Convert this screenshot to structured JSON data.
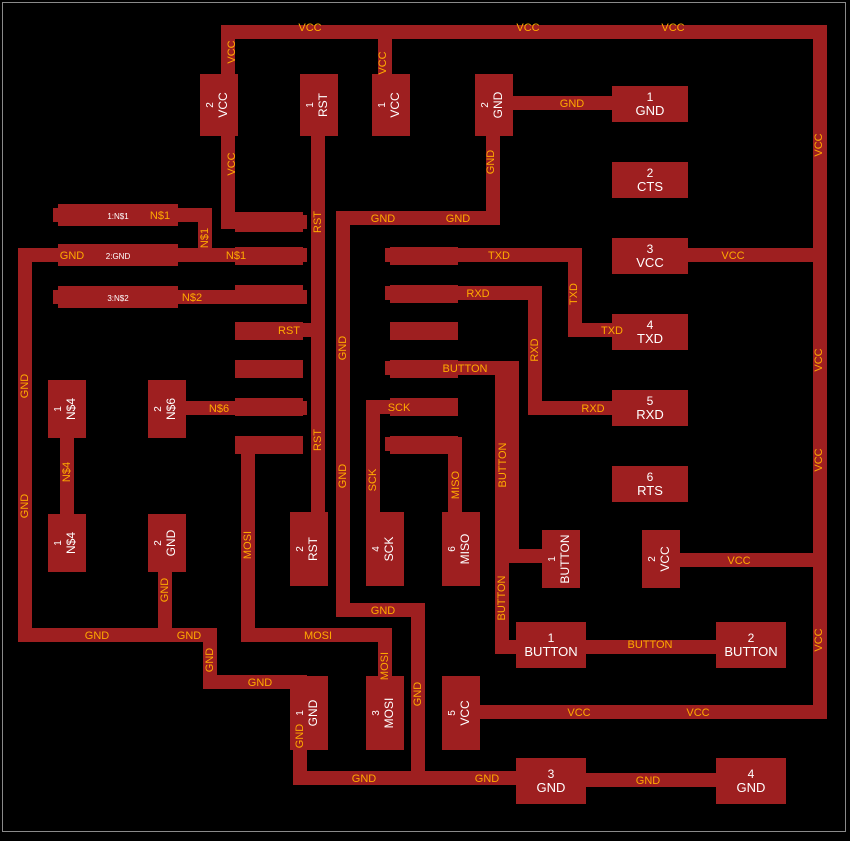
{
  "colors": {
    "background": "#000000",
    "copper": "#9e1f20",
    "label": "#ffaa00",
    "pad_text": "#ffffff"
  },
  "pads": [
    {
      "id": "vcc-2",
      "num": "2",
      "name": "VCC"
    },
    {
      "id": "rst-1",
      "num": "1",
      "name": "RST"
    },
    {
      "id": "vcc-1",
      "num": "1",
      "name": "VCC"
    },
    {
      "id": "gnd-2",
      "num": "2",
      "name": "GND"
    },
    {
      "id": "ftdi-gnd-1",
      "num": "1",
      "name": "GND"
    },
    {
      "id": "ftdi-cts-2",
      "num": "2",
      "name": "CTS"
    },
    {
      "id": "ftdi-vcc-3",
      "num": "3",
      "name": "VCC"
    },
    {
      "id": "ftdi-txd-4",
      "num": "4",
      "name": "TXD"
    },
    {
      "id": "ftdi-rxd-5",
      "num": "5",
      "name": "RXD"
    },
    {
      "id": "ftdi-rts-6",
      "num": "6",
      "name": "RTS"
    },
    {
      "id": "res-ns4-1",
      "num": "1",
      "name": "N$4"
    },
    {
      "id": "res-ns4-2",
      "num": "1",
      "name": "N$4"
    },
    {
      "id": "res-ns6-2",
      "num": "2",
      "name": "N$6"
    },
    {
      "id": "cap-gnd-2",
      "num": "2",
      "name": "GND"
    },
    {
      "id": "isp-rst-2",
      "num": "2",
      "name": "RST"
    },
    {
      "id": "isp-sck-4",
      "num": "4",
      "name": "SCK"
    },
    {
      "id": "isp-miso-6",
      "num": "6",
      "name": "MISO"
    },
    {
      "id": "btn-1",
      "num": "1",
      "name": "BUTTON"
    },
    {
      "id": "vcc-2b",
      "num": "2",
      "name": "VCC"
    },
    {
      "id": "sw-button-1",
      "num": "1",
      "name": "BUTTON"
    },
    {
      "id": "sw-button-2",
      "num": "2",
      "name": "BUTTON"
    },
    {
      "id": "isp-gnd-1",
      "num": "1",
      "name": "GND"
    },
    {
      "id": "isp-mosi-3",
      "num": "3",
      "name": "MOSI"
    },
    {
      "id": "isp-vcc-5",
      "num": "5",
      "name": "VCC"
    },
    {
      "id": "sw-gnd-3",
      "num": "3",
      "name": "GND"
    },
    {
      "id": "sw-gnd-4",
      "num": "4",
      "name": "GND"
    }
  ],
  "resonator_pads": [
    "1:N$1",
    "2:GND",
    "3:N$2"
  ],
  "net_labels": [
    {
      "id": "vcc-top-1",
      "text": "VCC"
    },
    {
      "id": "vcc-top-2",
      "text": "VCC"
    },
    {
      "id": "vcc-top-3",
      "text": "VCC"
    },
    {
      "id": "vcc-v-1",
      "text": "VCC"
    },
    {
      "id": "vcc-v-2",
      "text": "VCC"
    },
    {
      "id": "vcc-v-3",
      "text": "VCC"
    },
    {
      "id": "vcc-right-1",
      "text": "VCC"
    },
    {
      "id": "vcc-right-2",
      "text": "VCC"
    },
    {
      "id": "vcc-right-3",
      "text": "VCC"
    },
    {
      "id": "vcc-right-4",
      "text": "VCC"
    },
    {
      "id": "vcc-h-1",
      "text": "VCC"
    },
    {
      "id": "vcc-h-2",
      "text": "VCC"
    },
    {
      "id": "vcc-h-3",
      "text": "VCC"
    },
    {
      "id": "vcc-h-4",
      "text": "VCC"
    },
    {
      "id": "gnd-h-1",
      "text": "GND"
    },
    {
      "id": "gnd-v-1",
      "text": "GND"
    },
    {
      "id": "gnd-h-2",
      "text": "GND"
    },
    {
      "id": "gnd-h-3",
      "text": "GND"
    },
    {
      "id": "gnd-h-4",
      "text": "GND"
    },
    {
      "id": "gnd-v-2",
      "text": "GND"
    },
    {
      "id": "gnd-v-3",
      "text": "GND"
    },
    {
      "id": "gnd-v-4",
      "text": "GND"
    },
    {
      "id": "gnd-v-5",
      "text": "GND"
    },
    {
      "id": "gnd-h-5",
      "text": "GND"
    },
    {
      "id": "gnd-h-6",
      "text": "GND"
    },
    {
      "id": "gnd-v-6",
      "text": "GND"
    },
    {
      "id": "gnd-v-7",
      "text": "GND"
    },
    {
      "id": "gnd-h-7",
      "text": "GND"
    },
    {
      "id": "gnd-h-8",
      "text": "GND"
    },
    {
      "id": "gnd-v-8",
      "text": "GND"
    },
    {
      "id": "gnd-v-9",
      "text": "GND"
    },
    {
      "id": "gnd-h-9",
      "text": "GND"
    },
    {
      "id": "gnd-h-10",
      "text": "GND"
    },
    {
      "id": "gnd-h-11",
      "text": "GND"
    },
    {
      "id": "rst-v-1",
      "text": "RST"
    },
    {
      "id": "rst-h-1",
      "text": "RST"
    },
    {
      "id": "rst-v-2",
      "text": "RST"
    },
    {
      "id": "ns1-h-1",
      "text": "N$1"
    },
    {
      "id": "ns1-v-1",
      "text": "N$1"
    },
    {
      "id": "ns1-h-2",
      "text": "N$1"
    },
    {
      "id": "ns2-h-1",
      "text": "N$2"
    },
    {
      "id": "ns6-h-1",
      "text": "N$6"
    },
    {
      "id": "ns4-v-1",
      "text": "N$4"
    },
    {
      "id": "txd-h-1",
      "text": "TXD"
    },
    {
      "id": "txd-v-1",
      "text": "TXD"
    },
    {
      "id": "txd-h-2",
      "text": "TXD"
    },
    {
      "id": "rxd-h-1",
      "text": "RXD"
    },
    {
      "id": "rxd-v-1",
      "text": "RXD"
    },
    {
      "id": "rxd-h-2",
      "text": "RXD"
    },
    {
      "id": "button-h-1",
      "text": "BUTTON"
    },
    {
      "id": "button-v-1",
      "text": "BUTTON"
    },
    {
      "id": "button-v-2",
      "text": "BUTTON"
    },
    {
      "id": "button-h-2",
      "text": "BUTTON"
    },
    {
      "id": "sck-h-1",
      "text": "SCK"
    },
    {
      "id": "sck-v-1",
      "text": "SCK"
    },
    {
      "id": "miso-v-1",
      "text": "MISO"
    },
    {
      "id": "mosi-v-1",
      "text": "MOSI"
    },
    {
      "id": "mosi-h-1",
      "text": "MOSI"
    },
    {
      "id": "mosi-v-2",
      "text": "MOSI"
    }
  ]
}
